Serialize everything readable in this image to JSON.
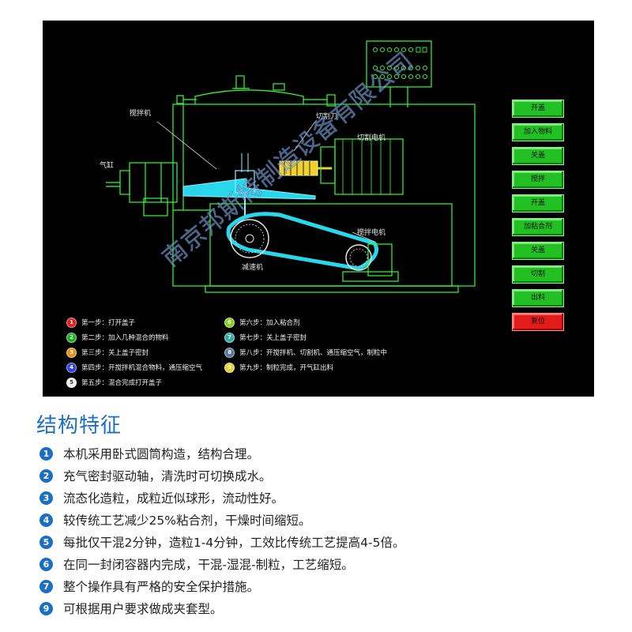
{
  "diagram": {
    "labels": {
      "mixer": "搅拌机",
      "cutter": "切割刀",
      "cutter_motor": "切割电机",
      "cylinder": "气缸",
      "stir_motor": "搅拌电机",
      "lower_label": "减速机"
    },
    "watermark": "南京邦斯特制造设备有限公司",
    "buttons": [
      {
        "label": "开盖",
        "color": "#22c022"
      },
      {
        "label": "加入物料",
        "color": "#22c022"
      },
      {
        "label": "关盖",
        "color": "#22c022"
      },
      {
        "label": "搅拌",
        "color": "#22c022"
      },
      {
        "label": "开盖",
        "color": "#22c022"
      },
      {
        "label": "加粘合剂",
        "color": "#22c022"
      },
      {
        "label": "关盖",
        "color": "#22c022"
      },
      {
        "label": "切割",
        "color": "#22c022"
      },
      {
        "label": "出料",
        "color": "#22c022"
      },
      {
        "label": "复位",
        "color": "#e31b1b"
      }
    ],
    "steps": [
      {
        "num": "1",
        "text": "第一步：打开盖子",
        "color": "#e02020"
      },
      {
        "num": "2",
        "text": "第二步：加入几种混合的物料",
        "color": "#22b022"
      },
      {
        "num": "3",
        "text": "第三步：关上盖子密封",
        "color": "#e8901a"
      },
      {
        "num": "4",
        "text": "第四步：开搅拌机混合物料，通压缩空气",
        "color": "#3344dd"
      },
      {
        "num": "5",
        "text": "第五步：混合完成打开盖子",
        "color": "#f0f0f0"
      },
      {
        "num": "6",
        "text": "第六步：加入粘合剂",
        "color": "#88cc22"
      },
      {
        "num": "7",
        "text": "第七步：关上盖子密封",
        "color": "#33aaaa"
      },
      {
        "num": "8",
        "text": "第八步：开搅拌机、切割机、通压缩空气，制粒中",
        "color": "#557799"
      },
      {
        "num": "9",
        "text": "第九步：制粒完成，开气缸出料",
        "color": "#e8d030"
      }
    ]
  },
  "section_title": "结构特征",
  "features": [
    {
      "num": "1",
      "text": "本机采用卧式圆筒构造，结构合理。"
    },
    {
      "num": "2",
      "text": "充气密封驱动轴，清洗时可切换成水。"
    },
    {
      "num": "3",
      "text": "流态化造粒，成粒近似球形，流动性好。"
    },
    {
      "num": "4",
      "text": "较传统工艺减少25%粘合剂，干燥时间缩短。"
    },
    {
      "num": "5",
      "text": "每批仅干混2分钟，造粒1-4分钟，工效比传统工艺提高4-5倍。"
    },
    {
      "num": "6",
      "text": "在同一封闭容器内完成，干混-湿混-制粒，工艺缩短。"
    },
    {
      "num": "7",
      "text": "整个操作具有严格的安全保护措施。"
    },
    {
      "num": "9",
      "text": "可根据用户要求做成夹套型。"
    }
  ]
}
